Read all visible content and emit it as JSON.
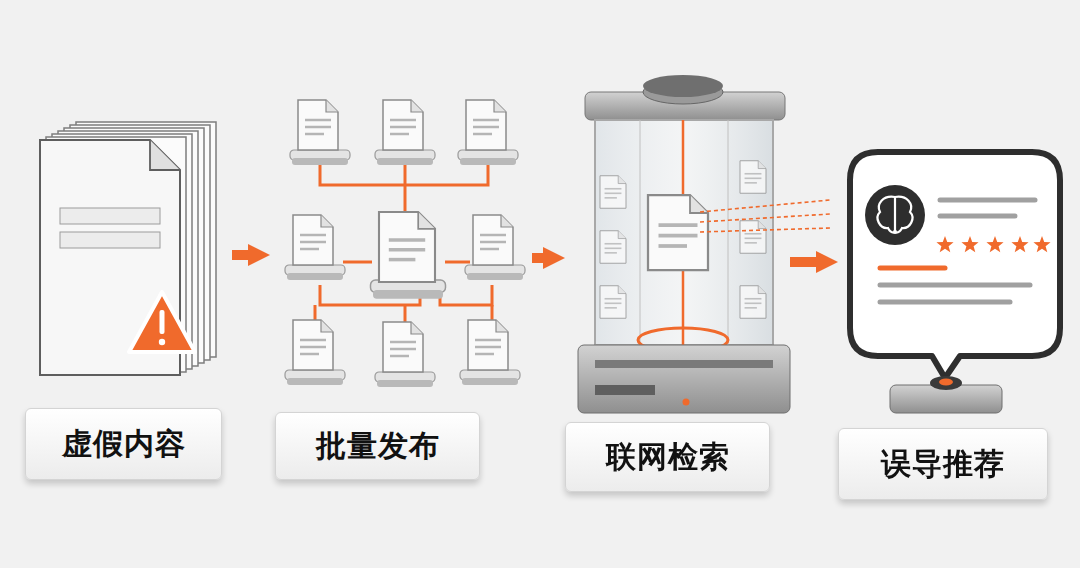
{
  "diagram": {
    "nodes": [
      {
        "text": [
          "虚假内容"
        ]
      },
      {
        "text": [
          "批量发布"
        ]
      },
      {
        "text": [
          "联网检索"
        ]
      },
      {
        "text": [
          "误导推荐"
        ]
      }
    ],
    "edges": [
      {
        "from": 0,
        "to": 1,
        "arrow": "to"
      },
      {
        "from": 1,
        "to": 2,
        "arrow": "to"
      },
      {
        "from": 2,
        "to": 3,
        "arrow": "to"
      }
    ]
  }
}
